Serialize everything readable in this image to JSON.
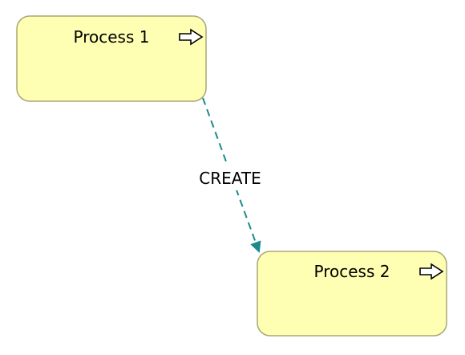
{
  "colors": {
    "node_fill": "#FFFFB3",
    "node_stroke": "#A8A774",
    "edge_color": "#1B8A8A",
    "arrow_icon_fill": "#FFFFFF",
    "arrow_icon_stroke": "#000000"
  },
  "nodes": [
    {
      "label": "Process 1",
      "icon": "process-arrow-icon"
    },
    {
      "label": "Process 2",
      "icon": "process-arrow-icon"
    }
  ],
  "edges": [
    {
      "label": "CREATE",
      "from": "Process 1",
      "to": "Process 2",
      "style": "dashed"
    }
  ]
}
